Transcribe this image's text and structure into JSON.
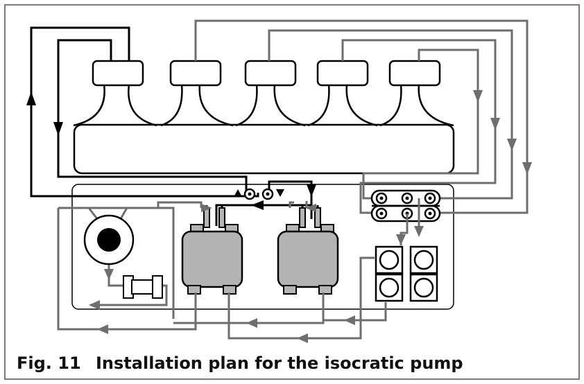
{
  "caption": {
    "number": "Fig. 11",
    "title": "Installation plan for the isocratic pump"
  },
  "colors": {
    "outline": "#000000",
    "solvent_line": "#6e6e6e",
    "pump_head_fill": "#b4b4b4",
    "frame": "#7a7a7a"
  },
  "components": {
    "solvent_bottles": 5,
    "rinse_valve_ports": 2,
    "pump_heads": 2,
    "mixer_valve_ports": 6,
    "degasser_channels": 4,
    "pressure_sensor": 1,
    "filter": 1
  },
  "icons": [
    "flow-arrow-icon",
    "port-ring-icon"
  ]
}
